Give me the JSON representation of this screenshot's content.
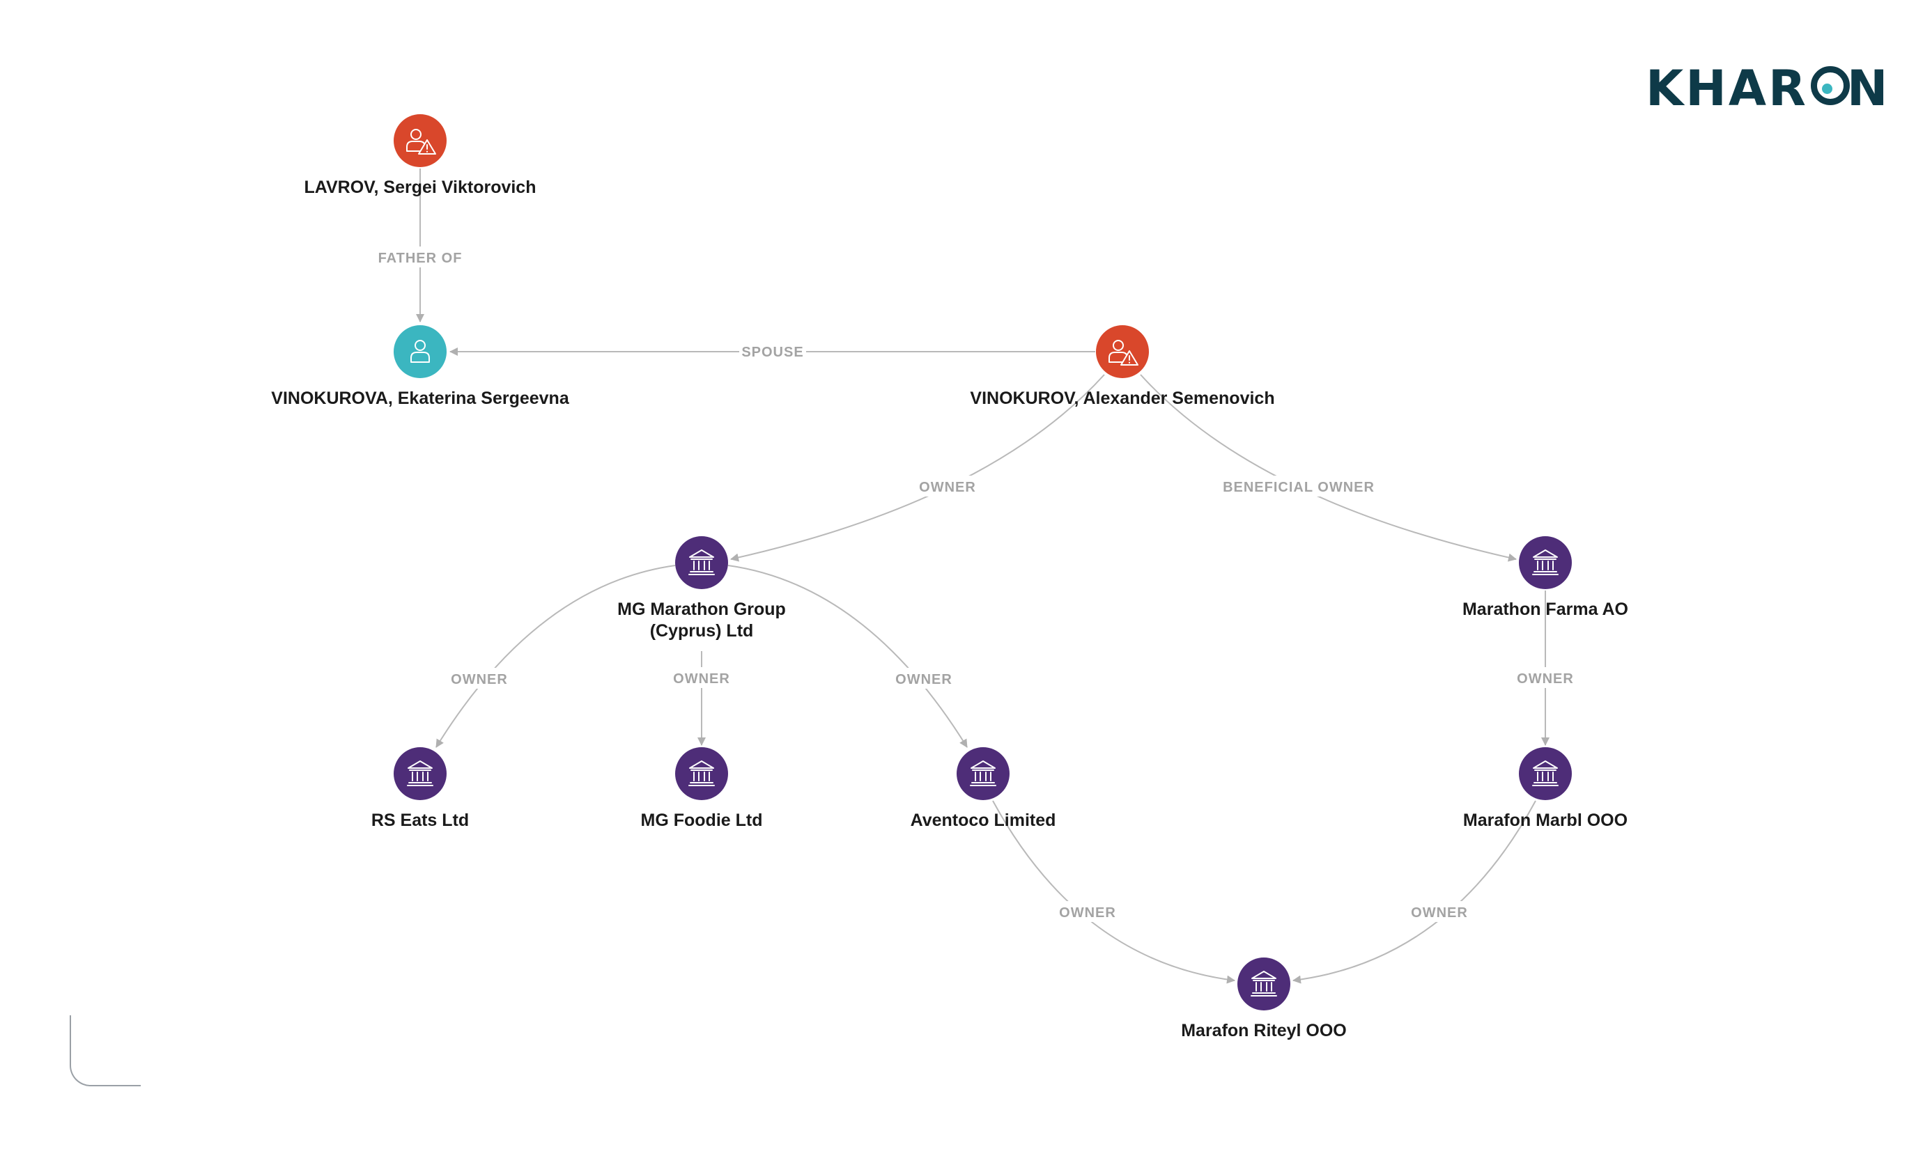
{
  "brand": {
    "logo_text_left": "KHAR",
    "logo_text_right": "N"
  },
  "colors": {
    "sanctioned_person": "#d9472b",
    "person": "#3bb6c0",
    "organization": "#4e2d78",
    "edge": "#b9b9b9",
    "edge_label": "#a3a3a3",
    "logo": "#0e3a48"
  },
  "nodes": [
    {
      "id": "lavrov",
      "kind": "sanctioned_person",
      "icon": "person-warning-icon",
      "lines": [
        "LAVROV, Sergei Viktorovich"
      ]
    },
    {
      "id": "ekaterina",
      "kind": "person",
      "icon": "person-icon",
      "lines": [
        "VINOKUROVA, Ekaterina Sergeevna"
      ]
    },
    {
      "id": "alexander",
      "kind": "sanctioned_person",
      "icon": "person-warning-icon",
      "lines": [
        "VINOKUROV, Alexander Semenovich"
      ]
    },
    {
      "id": "mg_marathon",
      "kind": "organization",
      "icon": "bank-icon",
      "lines": [
        "MG Marathon Group",
        "(Cyprus) Ltd"
      ]
    },
    {
      "id": "marathon_farma",
      "kind": "organization",
      "icon": "bank-icon",
      "lines": [
        "Marathon Farma AO"
      ]
    },
    {
      "id": "rs_eats",
      "kind": "organization",
      "icon": "bank-icon",
      "lines": [
        "RS Eats Ltd"
      ]
    },
    {
      "id": "mg_foodie",
      "kind": "organization",
      "icon": "bank-icon",
      "lines": [
        "MG Foodie Ltd"
      ]
    },
    {
      "id": "aventoco",
      "kind": "organization",
      "icon": "bank-icon",
      "lines": [
        "Aventoco Limited"
      ]
    },
    {
      "id": "marafon_marbl",
      "kind": "organization",
      "icon": "bank-icon",
      "lines": [
        "Marafon Marbl OOO"
      ]
    },
    {
      "id": "marafon_riteyl",
      "kind": "organization",
      "icon": "bank-icon",
      "lines": [
        "Marafon Riteyl OOO"
      ]
    }
  ],
  "edges": [
    {
      "from": "lavrov",
      "to": "ekaterina",
      "label": "FATHER OF"
    },
    {
      "from": "alexander",
      "to": "ekaterina",
      "label": "SPOUSE"
    },
    {
      "from": "alexander",
      "to": "mg_marathon",
      "label": "OWNER"
    },
    {
      "from": "alexander",
      "to": "marathon_farma",
      "label": "BENEFICIAL OWNER"
    },
    {
      "from": "mg_marathon",
      "to": "rs_eats",
      "label": "OWNER"
    },
    {
      "from": "mg_marathon",
      "to": "mg_foodie",
      "label": "OWNER"
    },
    {
      "from": "mg_marathon",
      "to": "aventoco",
      "label": "OWNER"
    },
    {
      "from": "marathon_farma",
      "to": "marafon_marbl",
      "label": "OWNER"
    },
    {
      "from": "aventoco",
      "to": "marafon_riteyl",
      "label": "OWNER"
    },
    {
      "from": "marafon_marbl",
      "to": "marafon_riteyl",
      "label": "OWNER"
    }
  ]
}
